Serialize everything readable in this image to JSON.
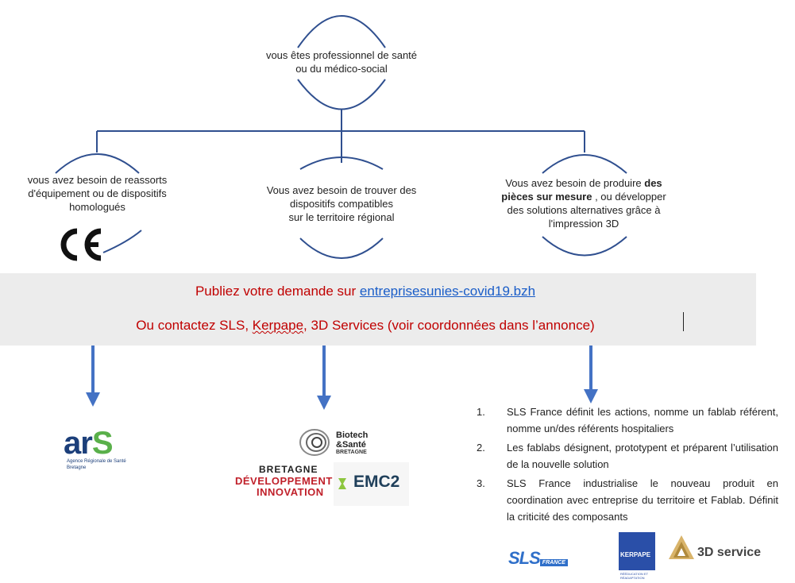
{
  "top_node": {
    "line1": "vous êtes professionnel de santé",
    "line2": "ou du médico-social"
  },
  "branches": {
    "left": {
      "line1": "vous avez besoin de reassorts",
      "line2": "d'équipement ou de dispositifs",
      "line3": "homologués"
    },
    "middle": {
      "line1": "Vous avez besoin de trouver des",
      "line2": "dispositifs compatibles",
      "line3": "sur le territoire régional"
    },
    "right": {
      "line1_a": "Vous avez besoin de produire ",
      "line1_b": "des",
      "line2_a": "pièces  sur mesure",
      "line2_b": " , ou développer",
      "line3": "des solutions alternatives grâce à",
      "line4": "l'impression 3D"
    }
  },
  "ce_mark": "CE",
  "banner": {
    "line1_prefix": "Publiez votre demande sur ",
    "line1_link": "entreprisesunies-covid19.bzh",
    "line2_a": "Ou contactez SLS, ",
    "line2_b": "Kerpape",
    "line2_c": ", 3D Services (voir coordonnées dans l’annonce)"
  },
  "steps": [
    {
      "num": "1.",
      "text": "SLS France définit les actions, nomme un fablab référent, nomme un/des référents hospitaliers"
    },
    {
      "num": "2.",
      "text": "Les fablabs désignent, prototypent et préparent l’utilisation de la nouvelle solution"
    },
    {
      "num": "3.",
      "text": "SLS France industrialise le nouveau produit en coordination avec entreprise du territoire et Fablab. Définit la criticité des composants"
    }
  ],
  "logos": {
    "ars": {
      "main_a": "ar",
      "main_b": "S",
      "sub1": "Agence Régionale de Santé",
      "sub2": "Bretagne"
    },
    "biotech": {
      "line1": "Biotech",
      "line2": "&Santé",
      "line3": "BRETAGNE"
    },
    "bdi": {
      "line1": "BRETAGNE",
      "line2": "DÉVELOPPEMENT",
      "line3": "INNOVATION"
    },
    "emc2": "EMC2",
    "sls": {
      "main": "SLS",
      "sub": "FRANCE"
    },
    "kerpape": {
      "main": "KERPAPE",
      "sub": "RÉÉDUCATION ET RÉADAPTATION"
    },
    "three_d": "3D service"
  },
  "colors": {
    "connector": "#2f4f8f",
    "arrow": "#4472c4",
    "banner_text": "#c00000",
    "link": "#1a5dc8",
    "banner_bg": "#ececec"
  }
}
